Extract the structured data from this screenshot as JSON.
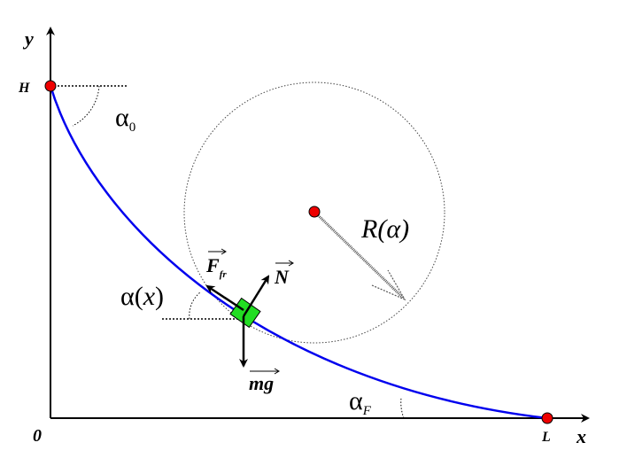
{
  "labels": {
    "y_axis": "y",
    "x_axis": "x",
    "origin": "0",
    "height": "H",
    "length": "L",
    "alpha0": "α",
    "alpha0_sub": "0",
    "alpha_x": "α(",
    "alpha_x_var": "x",
    "alpha_x_close": ")",
    "alphaF": "α",
    "alphaF_sub": "F",
    "radius": "R(α)",
    "friction": "F",
    "friction_sub": "fr",
    "normal": "N",
    "gravity": "mg"
  },
  "colors": {
    "curve": "#0000ee",
    "block": "#22dd22",
    "points": "#ee0000"
  }
}
